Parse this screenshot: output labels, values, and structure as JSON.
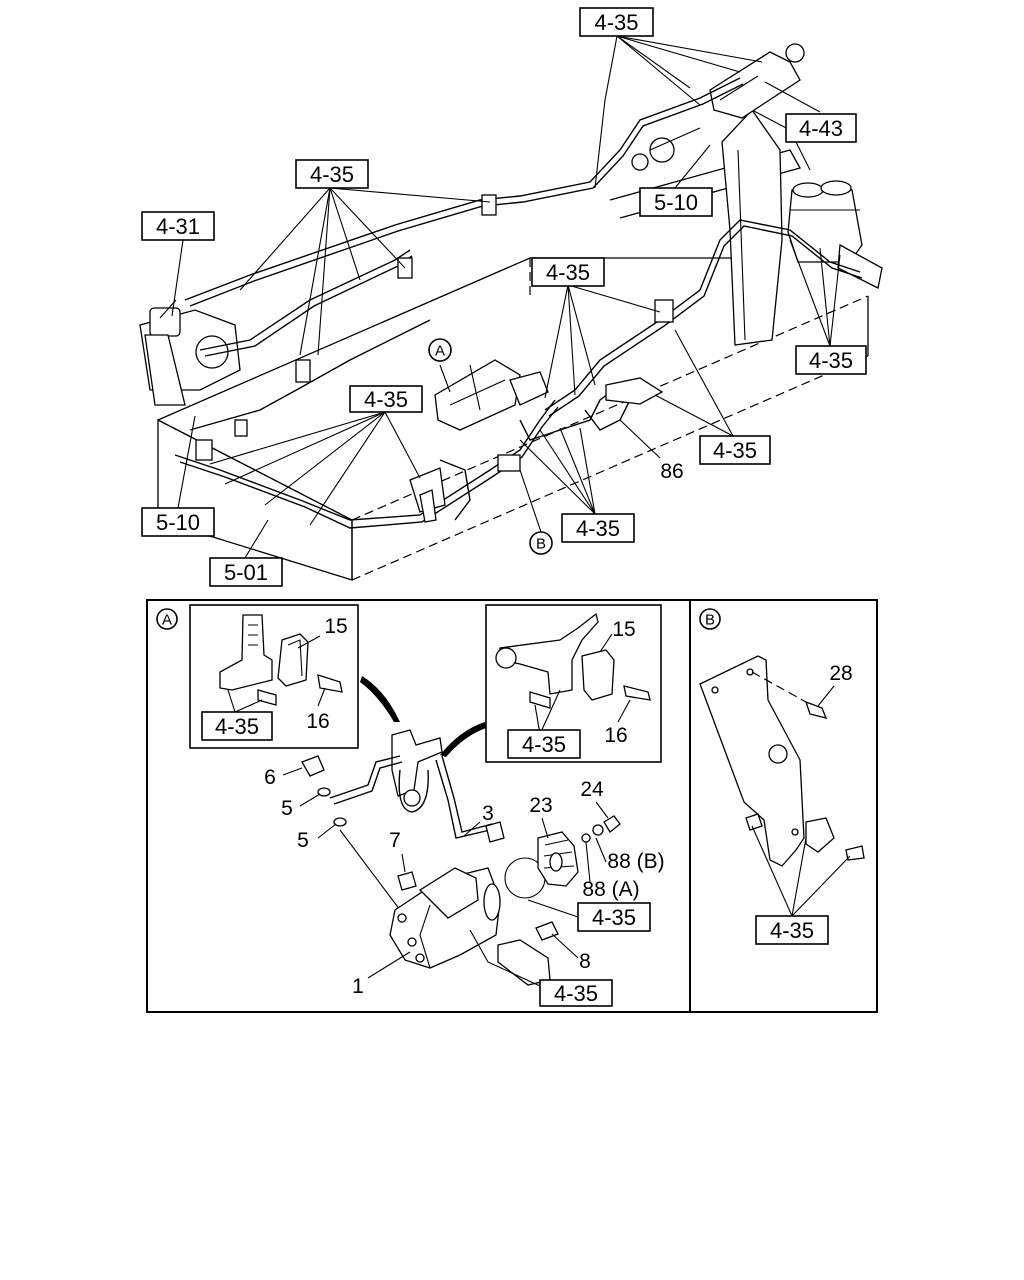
{
  "labels": {
    "r1": "4-35",
    "r2": "4-43",
    "r3": "5-10",
    "r4": "4-35",
    "r5": "4-31",
    "r6": "4-35",
    "r7": "4-35",
    "r8": "4-35",
    "r9": "4-35",
    "r10": "86",
    "r11": "5-10",
    "r12": "4-35",
    "r13": "5-01",
    "detail_a_inset1_ref": "4-35",
    "detail_a_inset1_n15": "15",
    "detail_a_inset1_n16": "16",
    "detail_a_inset2_ref": "4-35",
    "detail_a_inset2_n15": "15",
    "detail_a_inset2_n16": "16",
    "n6": "6",
    "n5a": "5",
    "n5b": "5",
    "n3": "3",
    "n7": "7",
    "n23": "23",
    "n24": "24",
    "n88b": "88 (B)",
    "n88a": "88 (A)",
    "ref_a1": "4-35",
    "n8": "8",
    "ref_a2": "4-35",
    "n1": "1",
    "n28": "28",
    "ref_b": "4-35"
  },
  "callouts": {
    "a": "A",
    "b": "B"
  }
}
